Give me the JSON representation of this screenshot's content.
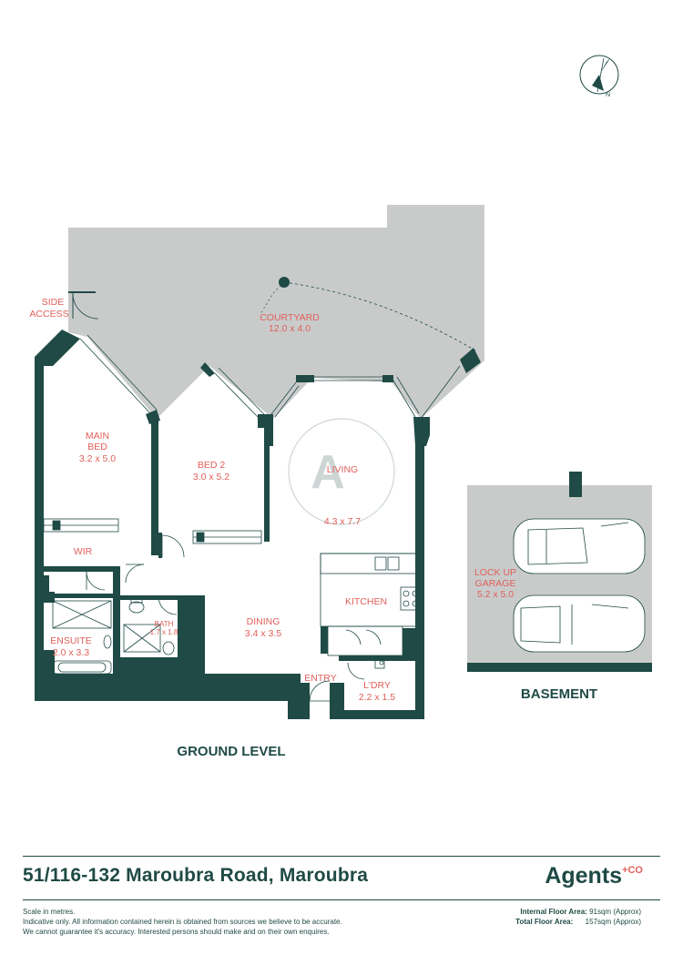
{
  "rooms": {
    "side_access": [
      "SIDE",
      "ACCESS"
    ],
    "courtyard": [
      "COURTYARD",
      "12.0 x 4.0"
    ],
    "main_bed": [
      "MAIN",
      "BED",
      "3.2 x 5.0"
    ],
    "bed2": [
      "BED 2",
      "3.0 x 5.2"
    ],
    "living": [
      "LIVING",
      "4.3 x 7.7"
    ],
    "wir": "WIR",
    "kitchen": "KITCHEN",
    "dining": [
      "DINING",
      "3.4 x 3.5"
    ],
    "bath": [
      "BATH",
      "1.7 x 1.8"
    ],
    "ensuite": [
      "ENSUITE",
      "2.0 x 3.3"
    ],
    "entry": "ENTRY",
    "ldry": [
      "L'DRY",
      "2.2 x 1.5"
    ],
    "garage": [
      "LOCK UP",
      "GARAGE",
      "5.2 x 5.0"
    ]
  },
  "captions": {
    "ground_level": "GROUND LEVEL",
    "basement": "BASEMENT"
  },
  "watermark": "A",
  "compass_letter": "N",
  "footer": {
    "address": "51/116-132 Maroubra Road, Maroubra",
    "brand": "Agents",
    "brand_sup": "+CO",
    "disclaimer_lines": [
      "Scale in metres.",
      "Indicative only. All information contained herein is obtained from sources we believe to be accurate.",
      "We cannot guarantee it's accuracy. Interested persons should make and on their own enquires."
    ],
    "internal_area_label": "Internal Floor Area:",
    "internal_area_value": "91sqm (Approx)",
    "total_area_label": "Total Floor Area:",
    "total_area_value": "157sqm (Approx)"
  },
  "colors": {
    "wall": "#1f4a45",
    "outdoor": "#c9cbcb",
    "label": "#e0605a"
  }
}
